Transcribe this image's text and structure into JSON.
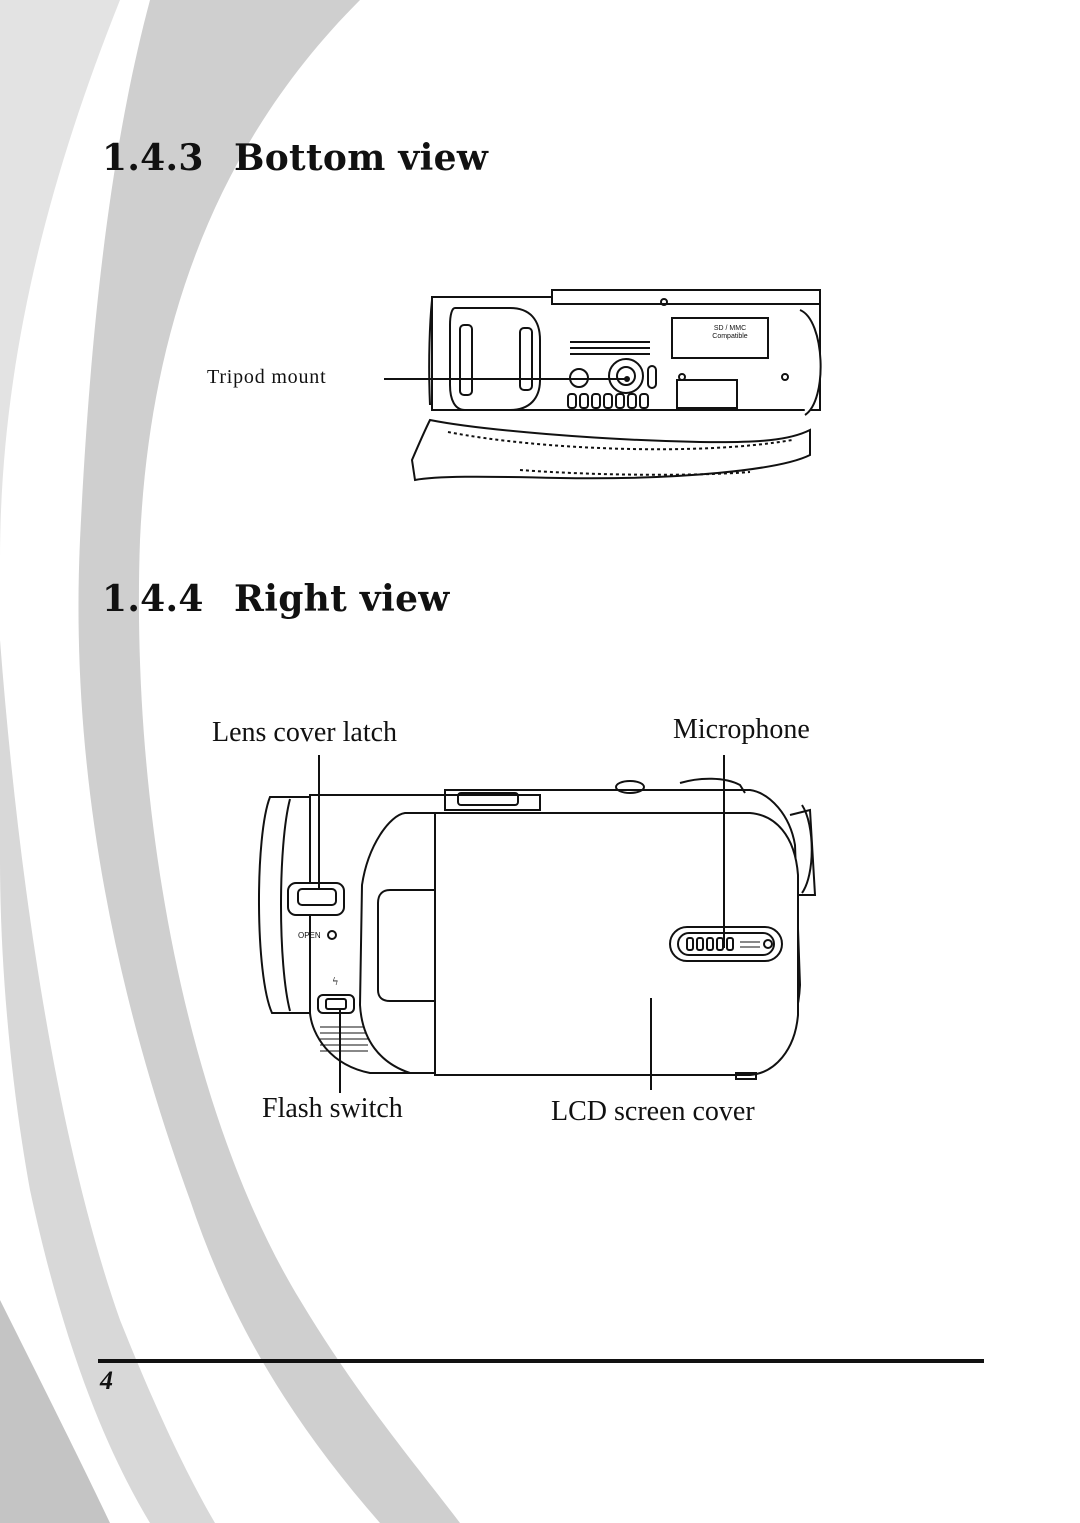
{
  "sections": [
    {
      "number": "1.4.3",
      "title": "Bottom view"
    },
    {
      "number": "1.4.4",
      "title": "Right view"
    }
  ],
  "bottom_view": {
    "callouts": [
      "Tripod mount"
    ]
  },
  "right_view": {
    "callouts": [
      "Lens cover latch",
      "Microphone",
      "Flash switch",
      "LCD screen cover"
    ],
    "printed_marks": [
      "OPEN"
    ]
  },
  "footer": {
    "page_number": "4"
  },
  "colors": {
    "swoosh_dark": "#c9c9c9",
    "swoosh_light": "#e3e3e3",
    "ink": "#111111"
  }
}
